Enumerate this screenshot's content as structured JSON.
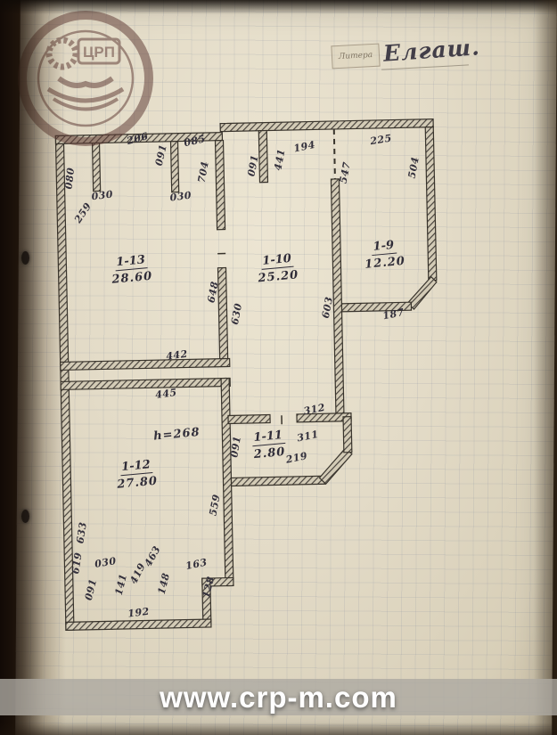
{
  "page": {
    "stamp_label": "Литера",
    "stamp_value": "Елгаш.",
    "logo_text": "ЦРП",
    "watermark_url": "www.crp-m.com"
  },
  "colors": {
    "ink": "#33303c",
    "logo": "#5f3a34",
    "paper": "#e3dbc7",
    "watermark_text": "#ffffff"
  },
  "plan": {
    "rooms": [
      {
        "id": "1-13",
        "area": "28.60"
      },
      {
        "id": "1-10",
        "area": "25.20"
      },
      {
        "id": "1-9",
        "area": "12.20"
      },
      {
        "id": "1-11",
        "area": "2.80"
      },
      {
        "id": "1-12",
        "area": "27.80"
      }
    ],
    "note": "h=268",
    "dims": [
      "206",
      "091",
      "085",
      "030",
      "030",
      "080",
      "259",
      "704",
      "091",
      "441",
      "194",
      "225",
      "547",
      "504",
      "648",
      "630",
      "603",
      "187",
      "442",
      "445",
      "312",
      "311",
      "219",
      "091",
      "559",
      "633",
      "619",
      "463",
      "419",
      "163",
      "148",
      "128",
      "030",
      "141",
      "091",
      "192"
    ]
  }
}
